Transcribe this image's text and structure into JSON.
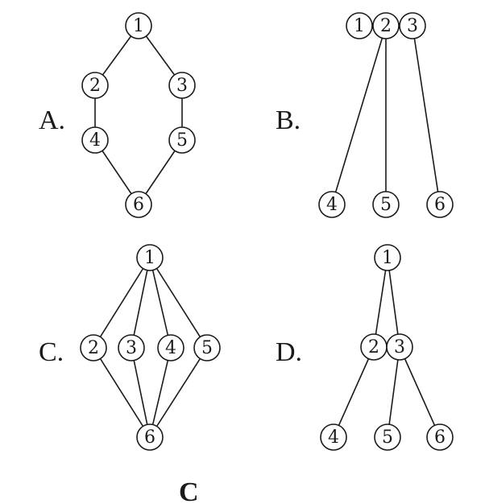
{
  "panels": [
    {
      "label": "A.",
      "nodes": [
        "1",
        "2",
        "3",
        "4",
        "5",
        "6"
      ],
      "edges": [
        [
          "1",
          "2"
        ],
        [
          "1",
          "3"
        ],
        [
          "2",
          "4"
        ],
        [
          "3",
          "5"
        ],
        [
          "4",
          "6"
        ],
        [
          "5",
          "6"
        ]
      ]
    },
    {
      "label": "B.",
      "nodes": [
        "1",
        "2",
        "3",
        "4",
        "5",
        "6"
      ],
      "edges": [
        [
          "2",
          "4"
        ],
        [
          "2",
          "5"
        ],
        [
          "3",
          "6"
        ]
      ]
    },
    {
      "label": "C.",
      "nodes": [
        "1",
        "2",
        "3",
        "4",
        "5",
        "6"
      ],
      "edges": [
        [
          "1",
          "2"
        ],
        [
          "1",
          "3"
        ],
        [
          "1",
          "4"
        ],
        [
          "1",
          "5"
        ],
        [
          "2",
          "6"
        ],
        [
          "3",
          "6"
        ],
        [
          "4",
          "6"
        ],
        [
          "5",
          "6"
        ]
      ]
    },
    {
      "label": "D.",
      "nodes": [
        "1",
        "2",
        "3",
        "4",
        "5",
        "6"
      ],
      "edges": [
        [
          "1",
          "2"
        ],
        [
          "1",
          "3"
        ],
        [
          "2",
          "4"
        ],
        [
          "3",
          "5"
        ],
        [
          "3",
          "6"
        ]
      ]
    }
  ],
  "answer": "C"
}
